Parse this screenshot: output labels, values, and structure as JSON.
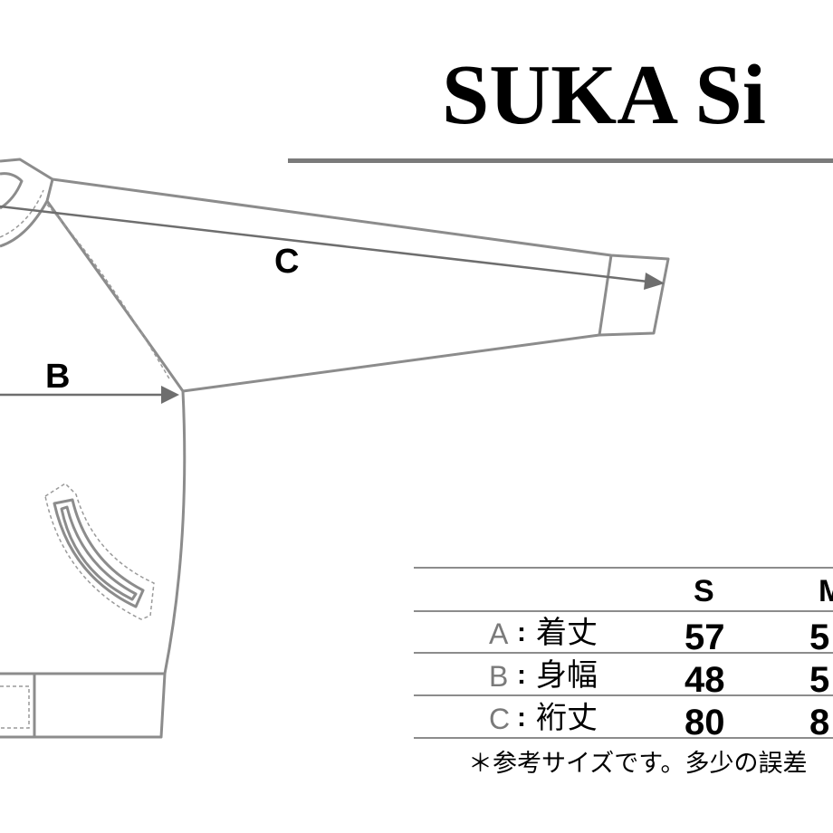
{
  "title": "SUKA Si",
  "diagram": {
    "labels": {
      "c": "C",
      "b": "B"
    }
  },
  "size_table": {
    "columns": [
      "S",
      "M"
    ],
    "rows": [
      {
        "key": "A",
        "colon": ":",
        "name": "着丈",
        "values": [
          "57",
          "5"
        ]
      },
      {
        "key": "B",
        "colon": ":",
        "name": "身幅",
        "values": [
          "48",
          "5"
        ]
      },
      {
        "key": "C",
        "colon": ":",
        "name": "裄丈",
        "values": [
          "80",
          "8"
        ]
      }
    ]
  },
  "note": "＊参考サイズです。多少の誤差",
  "colors": {
    "outline": "#8c8c8c",
    "arrow": "#6e6e6e",
    "rule": "#8c8c8c",
    "key_letters": "#7a7a7a"
  }
}
